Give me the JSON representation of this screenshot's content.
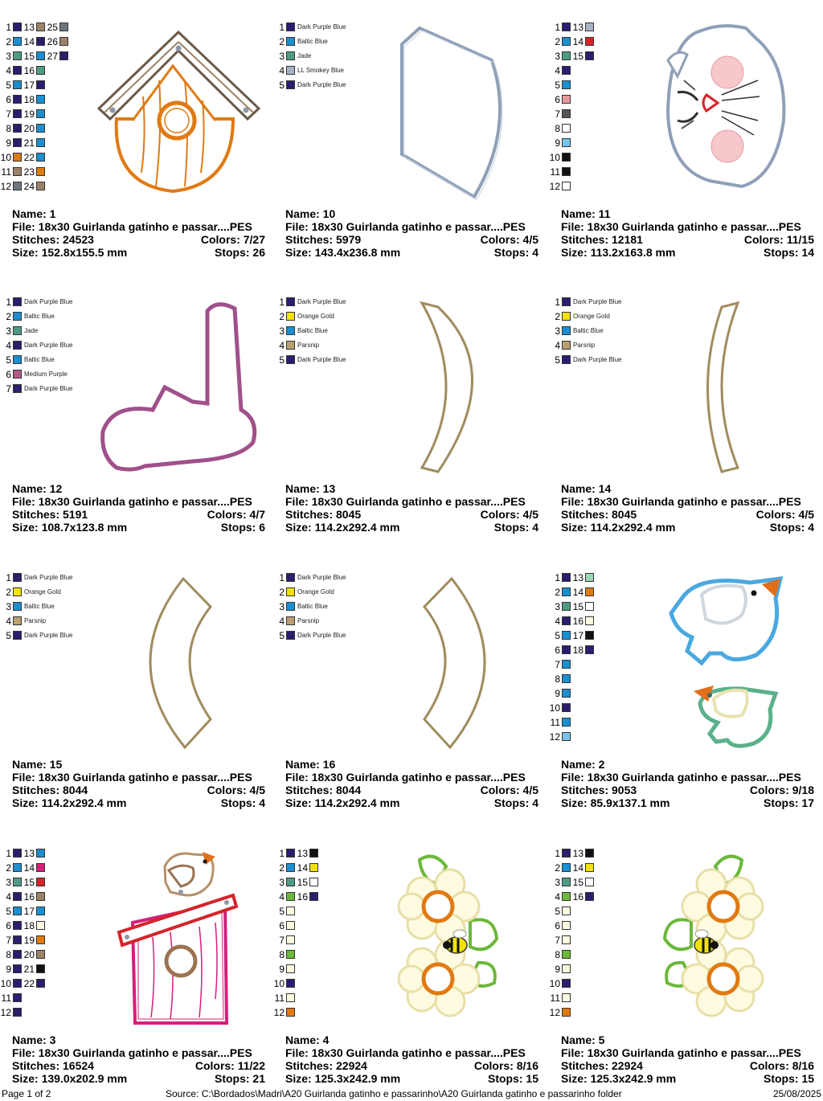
{
  "colors": {
    "dpb": "#2a1e6e",
    "baltic": "#1b8fd0",
    "jade": "#4f9a86",
    "smokey": "#a9b3c6",
    "orange": "#e07a12",
    "brownbeige": "#9c8266",
    "slate": "#6e7680",
    "cream": "#fffbe0",
    "white": "#ffffff",
    "black": "#111111",
    "gray": "#555555",
    "pink": "#e89aa0",
    "lightblue": "#78c4ec",
    "gold": "#f0e20a",
    "parsnip": "#b8a070",
    "mauve": "#b05a8a",
    "mint": "#9ad8b0",
    "red": "#d4242a",
    "magenta": "#d41f7a",
    "green": "#6cb83a",
    "darkteal": "#3a6e6c",
    "orangeb": "#e26e1a"
  },
  "designs": [
    {
      "name_label": "Name: 1",
      "file_label": "File: 18x30 Guirlanda gatinho e passar....PES",
      "stitches_label": "Stitches: 24523",
      "colors_label": "Colors: 7/27",
      "size_label": "Size: 152.8x155.5 mm",
      "stops_label": "Stops: 26",
      "palette_cols": [
        {
          "start": 1,
          "swatches": [
            "dpb",
            "baltic",
            "jade",
            "dpb",
            "baltic",
            "dpb",
            "dpb",
            "dpb",
            "dpb",
            "orange",
            "brownbeige",
            "slate"
          ]
        },
        {
          "start": 13,
          "swatches": [
            "brownbeige",
            "dpb",
            "baltic",
            "jade",
            "dpb",
            "baltic",
            "baltic",
            "baltic",
            "baltic",
            "baltic",
            "orange",
            "brownbeige"
          ]
        },
        {
          "start": 25,
          "swatches": [
            "slate",
            "brownbeige",
            "dpb"
          ]
        }
      ]
    },
    {
      "name_label": "Name: 10",
      "file_label": "File: 18x30 Guirlanda gatinho e passar....PES",
      "stitches_label": "Stitches: 5979",
      "colors_label": "Colors: 4/5",
      "size_label": "Size: 143.4x236.8 mm",
      "stops_label": "Stops: 4",
      "palette_named": [
        {
          "n": "1",
          "swatch": "dpb",
          "label": "Dark Purple Blue"
        },
        {
          "n": "2",
          "swatch": "baltic",
          "label": "Baltic Blue"
        },
        {
          "n": "3",
          "swatch": "jade",
          "label": "Jade"
        },
        {
          "n": "4",
          "swatch": "smokey",
          "label": "LL Smokey Blue"
        },
        {
          "n": "5",
          "swatch": "dpb",
          "label": "Dark Purple Blue"
        }
      ]
    },
    {
      "name_label": "Name: 11",
      "file_label": "File: 18x30 Guirlanda gatinho e passar....PES",
      "stitches_label": "Stitches: 12181",
      "colors_label": "Colors: 11/15",
      "size_label": "Size: 113.2x163.8 mm",
      "stops_label": "Stops: 14",
      "palette_cols": [
        {
          "start": 1,
          "swatches": [
            "dpb",
            "baltic",
            "jade",
            "dpb",
            "baltic",
            "pink",
            "gray",
            "white",
            "lightblue",
            "black",
            "black",
            "white"
          ]
        },
        {
          "start": 13,
          "swatches": [
            "smokey",
            "red",
            "dpb"
          ]
        }
      ]
    },
    {
      "name_label": "Name: 12",
      "file_label": "File: 18x30 Guirlanda gatinho e passar....PES",
      "stitches_label": "Stitches: 5191",
      "colors_label": "Colors: 4/7",
      "size_label": "Size: 108.7x123.8 mm",
      "stops_label": "Stops: 6",
      "palette_named": [
        {
          "n": "1",
          "swatch": "dpb",
          "label": "Dark Purple Blue"
        },
        {
          "n": "2",
          "swatch": "baltic",
          "label": "Baltic Blue"
        },
        {
          "n": "3",
          "swatch": "jade",
          "label": "Jade"
        },
        {
          "n": "4",
          "swatch": "dpb",
          "label": "Dark Purple Blue"
        },
        {
          "n": "5",
          "swatch": "baltic",
          "label": "Baltic Blue"
        },
        {
          "n": "6",
          "swatch": "mauve",
          "label": "Medium Purple"
        },
        {
          "n": "7",
          "swatch": "dpb",
          "label": "Dark Purple Blue"
        }
      ]
    },
    {
      "name_label": "Name: 13",
      "file_label": "File: 18x30 Guirlanda gatinho e passar....PES",
      "stitches_label": "Stitches: 8045",
      "colors_label": "Colors: 4/5",
      "size_label": "Size: 114.2x292.4 mm",
      "stops_label": "Stops: 4",
      "palette_named": [
        {
          "n": "1",
          "swatch": "dpb",
          "label": "Dark Purple Blue"
        },
        {
          "n": "2",
          "swatch": "gold",
          "label": "Orange Gold"
        },
        {
          "n": "3",
          "swatch": "baltic",
          "label": "Baltic Blue"
        },
        {
          "n": "4",
          "swatch": "parsnip",
          "label": "Parsnip"
        },
        {
          "n": "5",
          "swatch": "dpb",
          "label": "Dark Purple Blue"
        }
      ]
    },
    {
      "name_label": "Name: 14",
      "file_label": "File: 18x30 Guirlanda gatinho e passar....PES",
      "stitches_label": "Stitches: 8045",
      "colors_label": "Colors: 4/5",
      "size_label": "Size: 114.2x292.4 mm",
      "stops_label": "Stops: 4",
      "palette_named": [
        {
          "n": "1",
          "swatch": "dpb",
          "label": "Dark Purple Blue"
        },
        {
          "n": "2",
          "swatch": "gold",
          "label": "Orange Gold"
        },
        {
          "n": "3",
          "swatch": "baltic",
          "label": "Baltic Blue"
        },
        {
          "n": "4",
          "swatch": "parsnip",
          "label": "Parsnip"
        },
        {
          "n": "5",
          "swatch": "dpb",
          "label": "Dark Purple Blue"
        }
      ]
    },
    {
      "name_label": "Name: 15",
      "file_label": "File: 18x30 Guirlanda gatinho e passar....PES",
      "stitches_label": "Stitches: 8044",
      "colors_label": "Colors: 4/5",
      "size_label": "Size: 114.2x292.4 mm",
      "stops_label": "Stops: 4",
      "palette_named": [
        {
          "n": "1",
          "swatch": "dpb",
          "label": "Dark Purple Blue"
        },
        {
          "n": "2",
          "swatch": "gold",
          "label": "Orange Gold"
        },
        {
          "n": "3",
          "swatch": "baltic",
          "label": "Baltic Blue"
        },
        {
          "n": "4",
          "swatch": "parsnip",
          "label": "Parsnip"
        },
        {
          "n": "5",
          "swatch": "dpb",
          "label": "Dark Purple Blue"
        }
      ]
    },
    {
      "name_label": "Name: 16",
      "file_label": "File: 18x30 Guirlanda gatinho e passar....PES",
      "stitches_label": "Stitches: 8044",
      "colors_label": "Colors: 4/5",
      "size_label": "Size: 114.2x292.4 mm",
      "stops_label": "Stops: 4",
      "palette_named": [
        {
          "n": "1",
          "swatch": "dpb",
          "label": "Dark Purple Blue"
        },
        {
          "n": "2",
          "swatch": "gold",
          "label": "Orange Gold"
        },
        {
          "n": "3",
          "swatch": "baltic",
          "label": "Baltic Blue"
        },
        {
          "n": "4",
          "swatch": "parsnip",
          "label": "Parsnip"
        },
        {
          "n": "5",
          "swatch": "dpb",
          "label": "Dark Purple Blue"
        }
      ]
    },
    {
      "name_label": "Name: 2",
      "file_label": "File: 18x30 Guirlanda gatinho e passar....PES",
      "stitches_label": "Stitches: 9053",
      "colors_label": "Colors: 9/18",
      "size_label": "Size: 85.9x137.1 mm",
      "stops_label": "Stops: 17",
      "palette_cols": [
        {
          "start": 1,
          "swatches": [
            "dpb",
            "baltic",
            "jade",
            "dpb",
            "baltic",
            "dpb",
            "baltic",
            "baltic",
            "baltic",
            "dpb",
            "baltic",
            "lightblue"
          ]
        },
        {
          "start": 13,
          "swatches": [
            "mint",
            "orange",
            "white",
            "cream",
            "black",
            "dpb"
          ]
        }
      ]
    },
    {
      "name_label": "Name: 3",
      "file_label": "File: 18x30 Guirlanda gatinho e passar....PES",
      "stitches_label": "Stitches: 16524",
      "colors_label": "Colors: 11/22",
      "size_label": "Size: 139.0x202.9 mm",
      "stops_label": "Stops: 21",
      "palette_cols": [
        {
          "start": 1,
          "swatches": [
            "dpb",
            "baltic",
            "jade",
            "dpb",
            "baltic",
            "dpb",
            "dpb",
            "dpb",
            "dpb",
            "dpb",
            "dpb",
            "dpb"
          ]
        },
        {
          "start": 13,
          "swatches": [
            "baltic",
            "magenta",
            "red",
            "brownbeige",
            "baltic",
            "cream",
            "orange",
            "brownbeige",
            "black",
            "dpb"
          ]
        }
      ]
    },
    {
      "name_label": "Name: 4",
      "file_label": "File: 18x30 Guirlanda gatinho e passar....PES",
      "stitches_label": "Stitches: 22924",
      "colors_label": "Colors: 8/16",
      "size_label": "Size: 125.3x242.9 mm",
      "stops_label": "Stops: 15",
      "palette_cols": [
        {
          "start": 1,
          "swatches": [
            "dpb",
            "baltic",
            "jade",
            "green",
            "cream",
            "cream",
            "cream",
            "green",
            "cream",
            "dpb",
            "cream",
            "orange"
          ]
        },
        {
          "start": 13,
          "swatches": [
            "black",
            "gold",
            "white",
            "dpb"
          ]
        }
      ]
    },
    {
      "name_label": "Name: 5",
      "file_label": "File: 18x30 Guirlanda gatinho e passar....PES",
      "stitches_label": "Stitches: 22924",
      "colors_label": "Colors: 8/16",
      "size_label": "Size: 125.3x242.9 mm",
      "stops_label": "Stops: 15",
      "palette_cols": [
        {
          "start": 1,
          "swatches": [
            "dpb",
            "baltic",
            "jade",
            "green",
            "cream",
            "cream",
            "cream",
            "green",
            "cream",
            "dpb",
            "cream",
            "orange"
          ]
        },
        {
          "start": 13,
          "swatches": [
            "black",
            "gold",
            "white",
            "dpb"
          ]
        }
      ]
    }
  ],
  "footer": {
    "page": "Page 1 of 2",
    "source": "Source: C:\\Bordados\\Madri\\A20 Guirlanda gatinho e passarinho\\A20 Guirlanda gatinho e passarinho folder",
    "date": "25/08/2025"
  }
}
